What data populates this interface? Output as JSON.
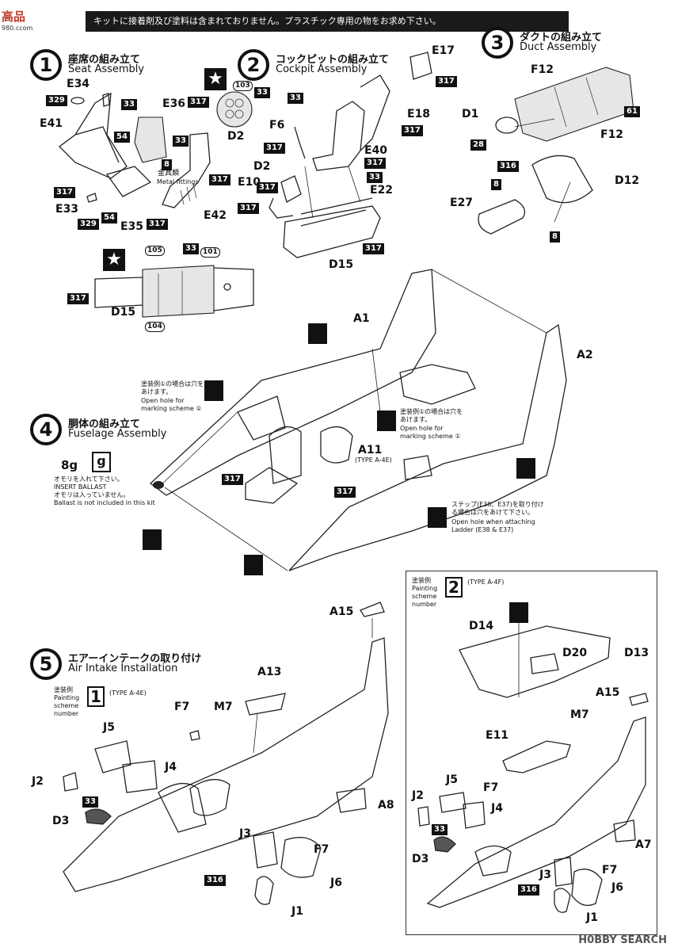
{
  "header": {
    "logo_text": "高品",
    "logo_sub": "980.ccom",
    "warning": "キットに接着剤及び塗料は含まれておりません。プラスチック専用の物をお求め下さい。"
  },
  "steps": [
    {
      "num": "1",
      "jp": "座席の組み立て",
      "en": "Seat Assembly"
    },
    {
      "num": "2",
      "jp": "コックピットの組み立て",
      "en": "Cockpit Assembly"
    },
    {
      "num": "3",
      "jp": "ダクトの組み立て",
      "en": "Duct Assembly"
    },
    {
      "num": "4",
      "jp": "胴体の組み立て",
      "en": "Fuselage Assembly"
    },
    {
      "num": "5",
      "jp": "エアーインテークの取り付け",
      "en": "Air Intake Installation"
    }
  ],
  "parts": {
    "e34": "E34",
    "e36": "E36",
    "e41": "E41",
    "e33": "E33",
    "e35": "E35",
    "e42": "E42",
    "d2a": "D2",
    "f6": "F6",
    "d2b": "D2",
    "e10": "E10",
    "e17": "E17",
    "e18": "E18",
    "e40": "E40",
    "e22": "E22",
    "d15a": "D15",
    "d15b": "D15",
    "f12a": "F12",
    "d1": "D1",
    "f12b": "F12",
    "d12": "D12",
    "e27": "E27",
    "a1": "A1",
    "a2": "A2",
    "a11": "A11",
    "a15a": "A15",
    "a13": "A13",
    "f7a": "F7",
    "m7a": "M7",
    "j5a": "J5",
    "j4a": "J4",
    "j2a": "J2",
    "d3a": "D3",
    "a8": "A8",
    "j3a": "J3",
    "f7b": "F7",
    "j6a": "J6",
    "j1a": "J1",
    "d14": "D14",
    "d20": "D20",
    "d13": "D13",
    "a15b": "A15",
    "e11": "E11",
    "m7b": "M7",
    "j5b": "J5",
    "j2b": "J2",
    "f7c": "F7",
    "j4b": "J4",
    "d3b": "D3",
    "a7": "A7",
    "j3b": "J3",
    "f7d": "F7",
    "j6b": "J6",
    "j1b": "J1"
  },
  "colors": {
    "c329a": "329",
    "c33a": "33",
    "c54a": "54",
    "c8a": "8",
    "c317a": "317",
    "c54b": "54",
    "c329b": "329",
    "c317b": "317",
    "c33b": "33",
    "c317c": "317",
    "c317d": "317",
    "c33c": "33",
    "c103": "103",
    "c33d": "33",
    "c33e": "33",
    "c317e": "317",
    "c317f": "317",
    "c317g": "317",
    "c317h": "317",
    "c317i": "317",
    "c33f": "33",
    "c317j": "317",
    "c61": "61",
    "c28": "28",
    "c316a": "316",
    "c8b": "8",
    "c8c": "8",
    "c105": "105",
    "c33g": "33",
    "c101": "101",
    "c317k": "317",
    "c104": "104",
    "c317l": "317",
    "c317m": "317",
    "c33h": "33",
    "c316b": "316",
    "c33i": "33",
    "c316c": "316"
  },
  "labels": {
    "metal_jp": "金具類",
    "metal_en": "Metal fittings",
    "type_4e_small": "(TYPE A-4E)",
    "weight": "8g",
    "weight_icon": "g",
    "ballast_jp": "オモリを入れて下さい。",
    "ballast_en": "INSERT BALLAST",
    "ballast_jp2": "オモリは入っていません。",
    "ballast_en2": "Ballast is not included in this kit",
    "hole1_jp": "塗装例①の場合は穴をあけます。",
    "hole1_en": "Open hole for marking scheme ①",
    "hole2_jp": "塗装例①の場合は穴をあけます。",
    "hole2_en": "Open hole for marking scheme ①",
    "step_jp": "ステップ(E38、E37)を取り付ける場合は穴をあけて下さい。",
    "step_en": "Open hole when attaching Ladder (E38 & E37)",
    "scheme1_jp": "塗装例",
    "scheme1_en": "Painting scheme number",
    "scheme1_num": "1",
    "scheme1_type": "(TYPE A-4E)",
    "scheme2_jp": "塗装例",
    "scheme2_en": "Painting scheme number",
    "scheme2_num": "2",
    "scheme2_type": "(TYPE A-4F)",
    "star": "★",
    "watermark": "H0BBY SEARCH"
  }
}
